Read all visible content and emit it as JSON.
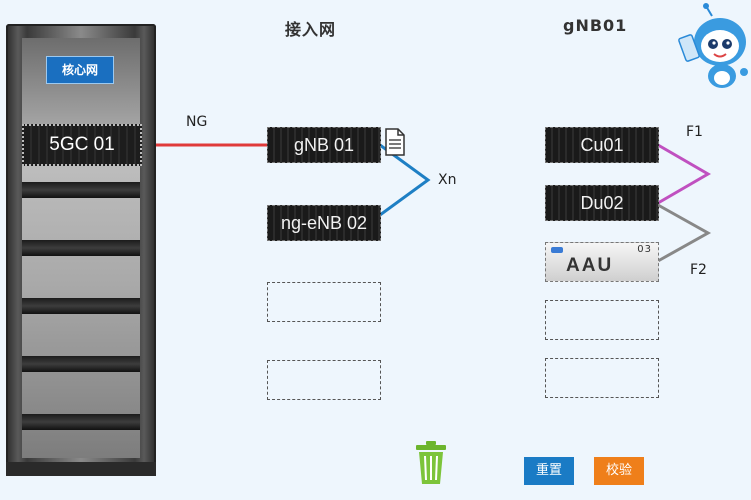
{
  "headers": {
    "access_network": "接入网",
    "gnb_panel": "gNB01"
  },
  "core": {
    "cabinet_label": "核心网",
    "device": "5GC 01"
  },
  "access_devices": [
    {
      "label": "gNB 01"
    },
    {
      "label": "ng-eNB 02"
    }
  ],
  "gnb_devices": [
    {
      "label": "Cu01"
    },
    {
      "label": "Du02"
    }
  ],
  "aau": {
    "label": "AAU",
    "number": "03"
  },
  "links": {
    "ng": "NG",
    "xn": "Xn",
    "f1": "F1",
    "f2": "F2"
  },
  "buttons": {
    "reset": "重置",
    "verify": "校验"
  },
  "colors": {
    "ng_link": "#e03a3a",
    "xn_link": "#1e7fc4",
    "f1_link": "#c050c0",
    "f2_link": "#888888",
    "reset_btn": "#1a7bc5",
    "verify_btn": "#ef7f1a"
  },
  "icons": {
    "trash": "trash-icon",
    "document": "document-icon",
    "mascot": "robot-mascot"
  }
}
